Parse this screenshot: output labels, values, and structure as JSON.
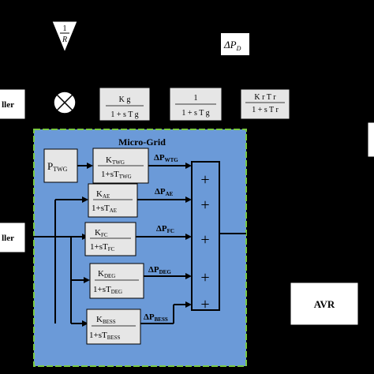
{
  "top": {
    "droop": {
      "num": "1",
      "den": "R"
    },
    "delta_pd": {
      "delta": "Δ",
      "p": "P",
      "sub": "D"
    },
    "controller_1": "ller",
    "governor": {
      "num": "K g",
      "den": "1 + s T g"
    },
    "turbine": {
      "num": "1",
      "den": "1 + s T g"
    },
    "reheat": {
      "num": "K r T r",
      "den": "1 + s T r"
    }
  },
  "microgrid": {
    "title": "Micro-Grid",
    "ptwg": {
      "p": "P",
      "sub": "TWG"
    },
    "wtg": {
      "num_k": "K",
      "num_sub": "TWG",
      "den_pre": "1+sT",
      "den_sub": "TWG",
      "out": "ΔP",
      "out_sub": "WTG"
    },
    "ae": {
      "num_k": "K",
      "num_sub": "AE",
      "den_pre": "1+sT",
      "den_sub": "AE",
      "out": "ΔP",
      "out_sub": "AE"
    },
    "fc": {
      "num_k": "K",
      "num_sub": "FC",
      "den_pre": "1+sT",
      "den_sub": "FC",
      "out": "ΔP",
      "out_sub": "FC"
    },
    "deg": {
      "num_k": "K",
      "num_sub": "DEG",
      "den_pre": "1+sT",
      "den_sub": "DEG",
      "out": "ΔP",
      "out_sub": "DEG"
    },
    "bess": {
      "num_k": "K",
      "num_sub": "BESS",
      "den_pre": "1+sT",
      "den_sub": "BESS",
      "out": "ΔP",
      "out_sub": "BESS"
    },
    "plus": "+"
  },
  "controller_2": "ller",
  "avr": "AVR"
}
